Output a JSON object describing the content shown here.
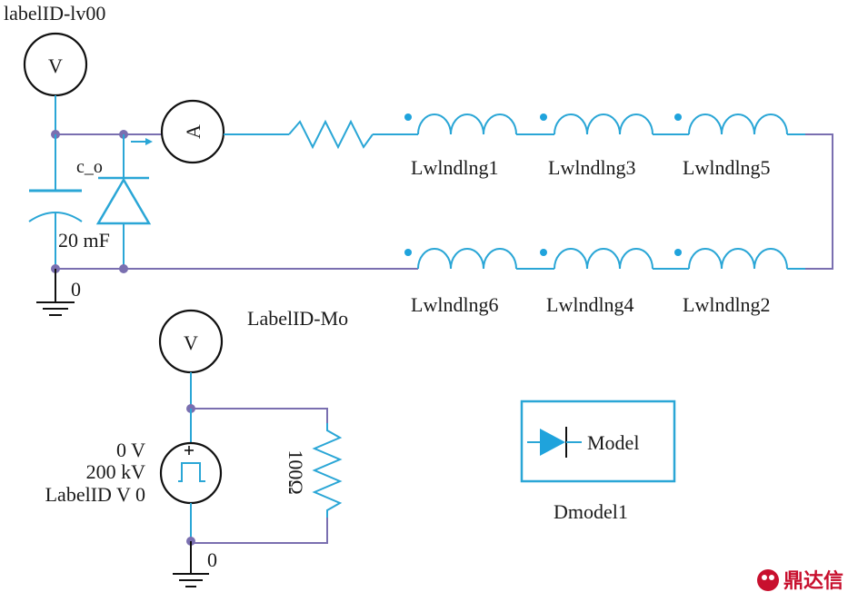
{
  "labels": {
    "probe_top": "labelID-lv00",
    "voltmeter_symbol": "V",
    "ammeter_symbol": "A",
    "diode_label": "c_o",
    "capacitor_value": "20 mF",
    "ground_top": "0",
    "probe_bottom": "LabelID-Mo",
    "voltmeter2_symbol": "V",
    "source_v1": "0 V",
    "source_v2": "200 kV",
    "source_label": "LabelID V 0",
    "resistor_value": "100Ω",
    "ground_bottom": "0",
    "model_text": "Model",
    "model_name": "Dmodel1"
  },
  "windings": {
    "top": [
      "Lwlndlng1",
      "Lwlndlng3",
      "Lwlndlng5"
    ],
    "bottom": [
      "Lwlndlng6",
      "Lwlndlng4",
      "Lwlndlng2"
    ]
  },
  "watermark": {
    "text": "鼎达信",
    "icon": "logo-icon"
  },
  "colors": {
    "component": "#2aa6d6",
    "wire": "#7a6fb0",
    "node": "#7a6fb0",
    "watermark": "#c8102e"
  }
}
